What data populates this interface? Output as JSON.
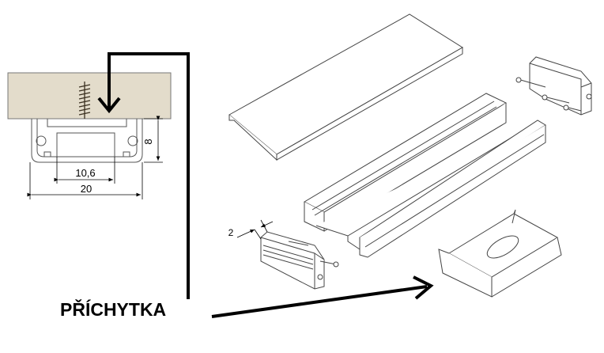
{
  "title_label": "PŘÍCHYTKA",
  "dimensions": {
    "inner_width": "10,6",
    "outer_width": "20",
    "height": "8",
    "cap_thickness": "2"
  },
  "colors": {
    "wood": "#e3dccb",
    "line": "#000000",
    "drawing": "#444444"
  }
}
